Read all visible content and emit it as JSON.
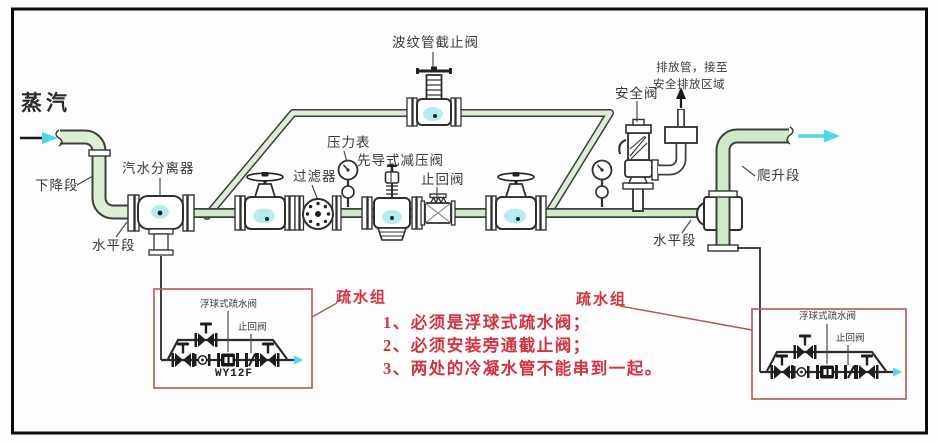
{
  "labels": {
    "steam": "蒸汽",
    "down_section": "下降段",
    "separator": "汽水分离器",
    "horizontal_left": "水平段",
    "strainer": "过滤器",
    "pressure_gauge": "压力表",
    "bellows_stop_valve": "波纹管截止阀",
    "pilot_prv": "先导式减压阀",
    "check_valve": "止回阀",
    "safety_valve": "安全阀",
    "discharge_line1": "排放管，接至",
    "discharge_line2": "安全排放区域",
    "riser_section": "爬升段",
    "horizontal_right": "水平段"
  },
  "trap_left": {
    "title": "疏水组",
    "trap_valve": "浮球式疏水阀",
    "check_valve": "止回阀",
    "model": "WY12F"
  },
  "trap_right": {
    "title": "疏水组",
    "trap_valve": "浮球式疏水阀",
    "check_valve": "止回阀"
  },
  "notes": [
    "1、必须是浮球式疏水阀；",
    "2、必须安装旁通截止阀；",
    "3、两处的冷凝水管不能串到一起。"
  ],
  "colors": {
    "ink": "#2e2e2e",
    "label": "#3a3a3a",
    "pipe_green": "#cfe9c9",
    "pipe_green_light": "#dcefd6",
    "cyan": "#4ed7e6",
    "cyan_soft": "#b4ecf0",
    "red": "#d13440",
    "red_box": "#b05a52"
  }
}
